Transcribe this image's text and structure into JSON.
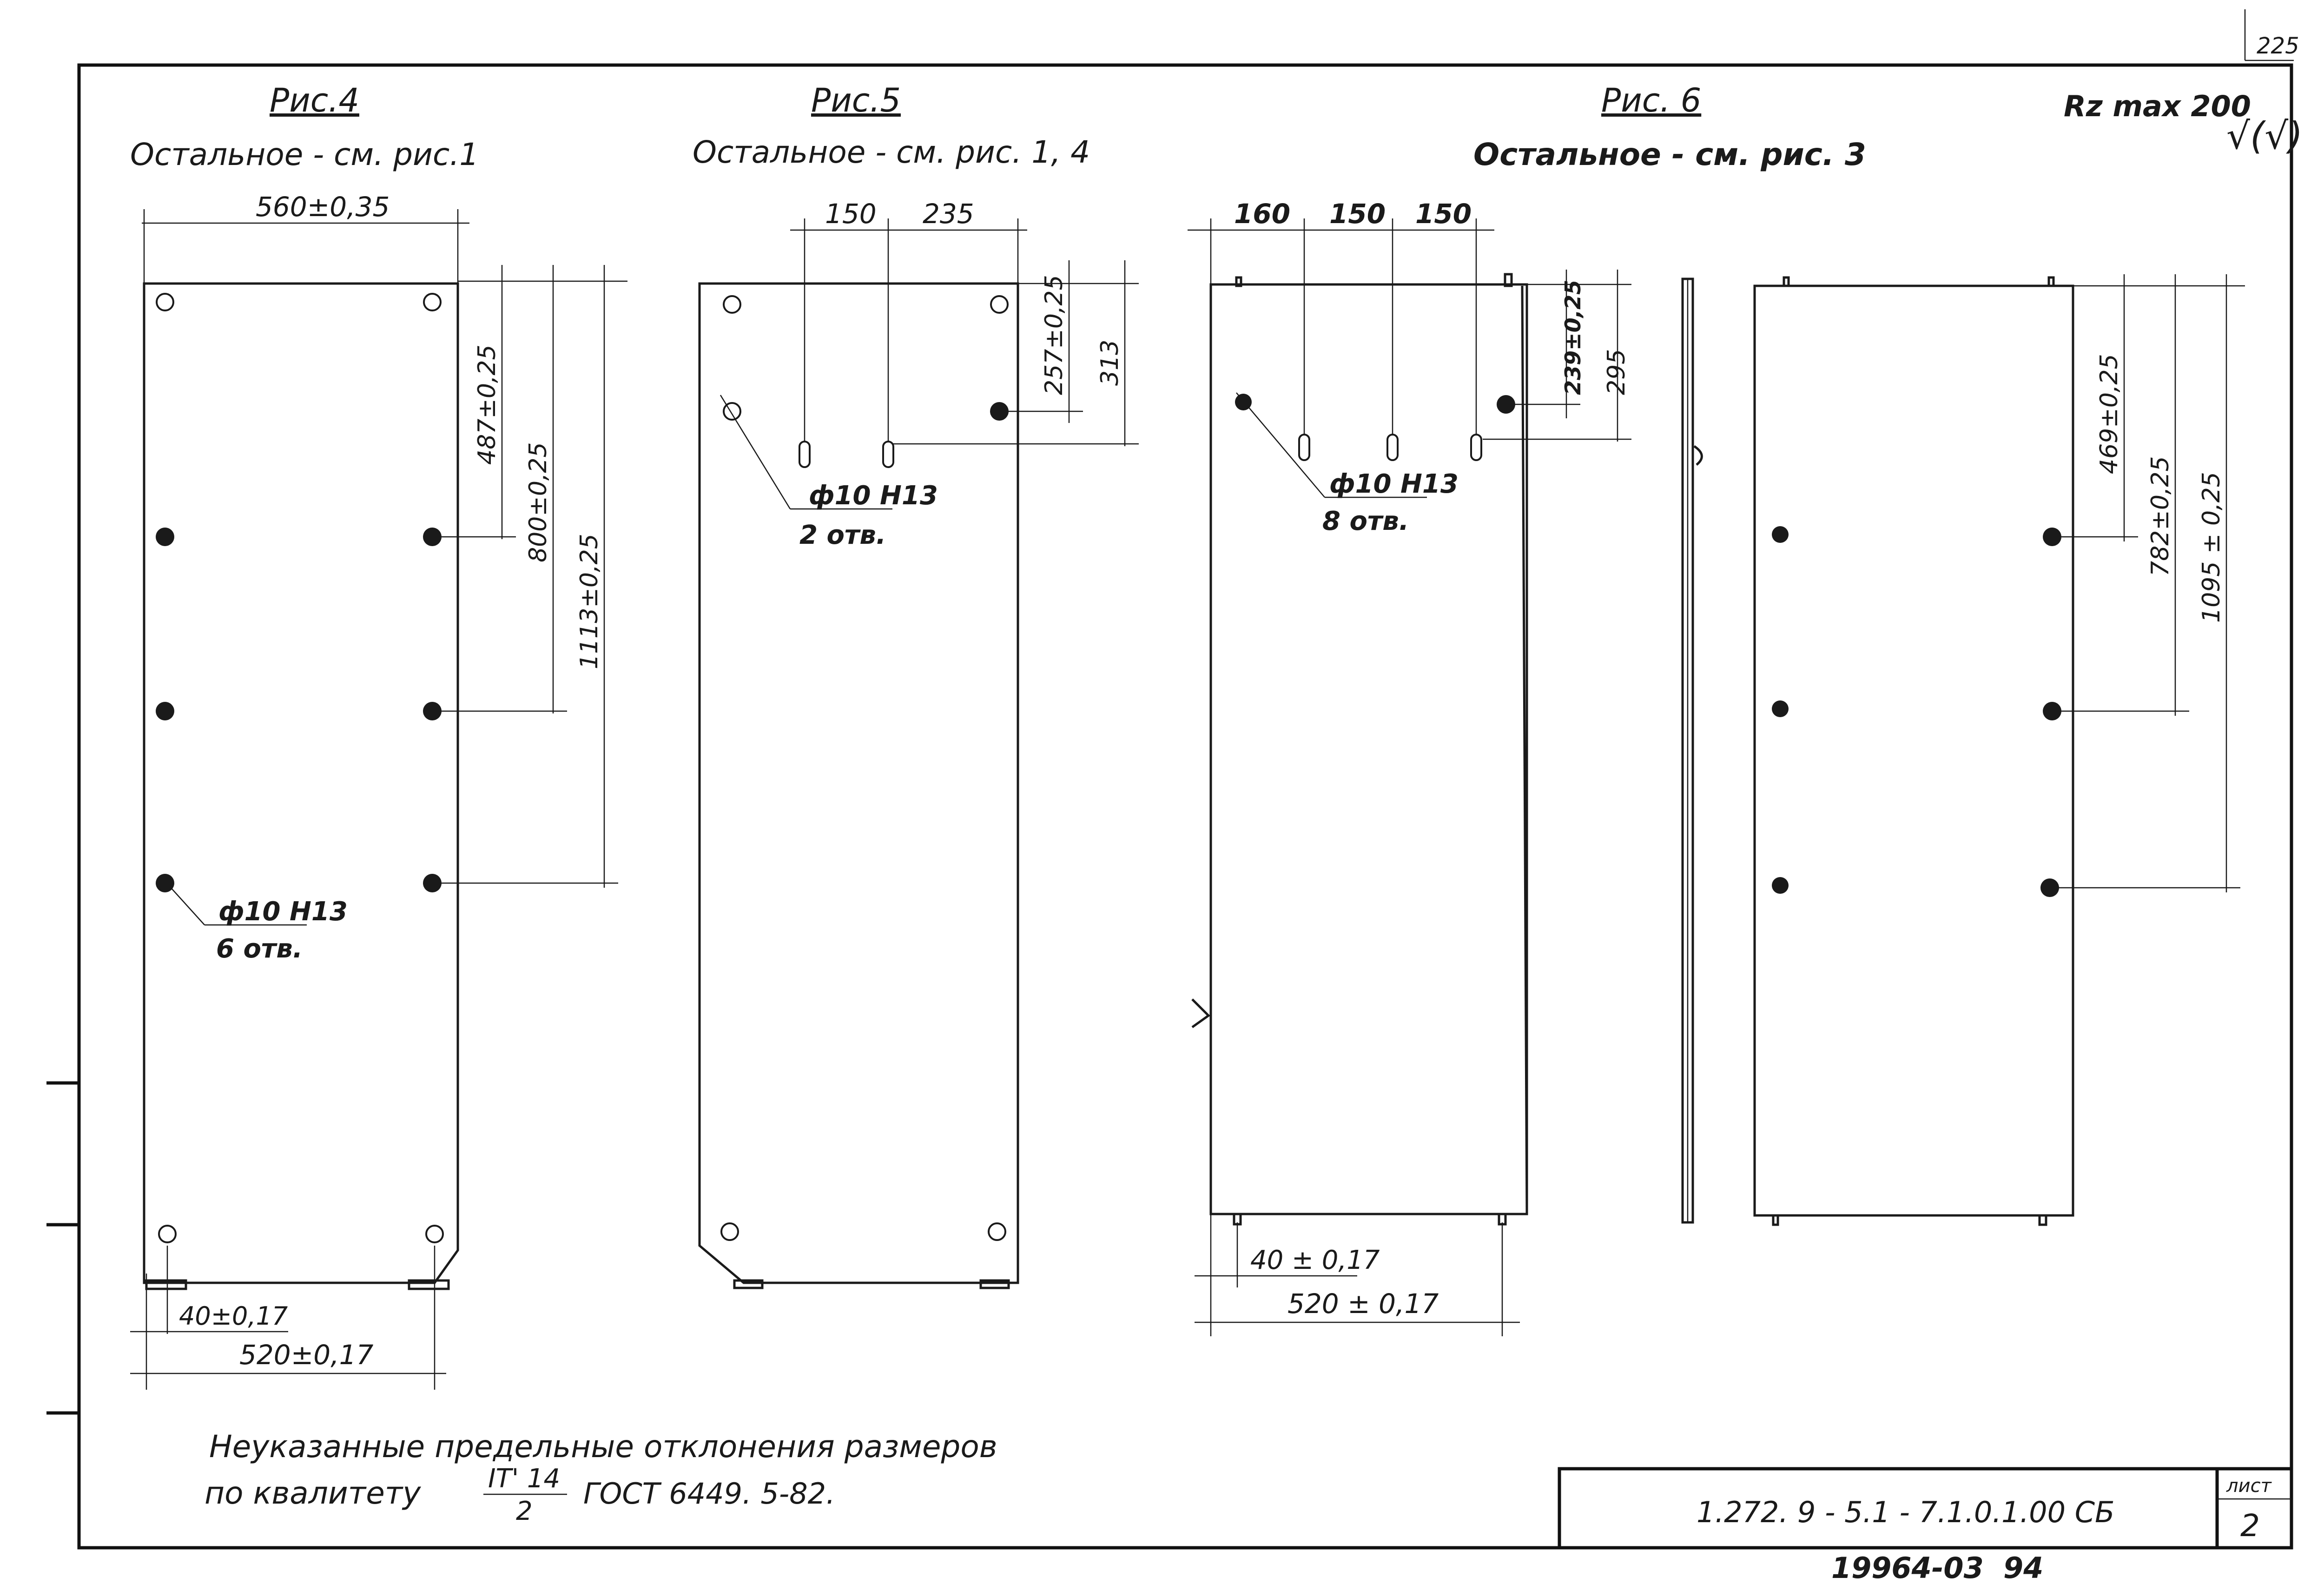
{
  "sheet_corner_number": "225",
  "roughness": "Rz max 200",
  "roughness_symbol": "√(√)",
  "figures": [
    {
      "title": "Рис.4",
      "note": "Остальное - см. рис.1",
      "dims": [
        "560±0,35",
        "487±0,25",
        "800±0,25",
        "1113±0,25",
        "40±0,17",
        "520±0,17"
      ],
      "hole_note": [
        "ф10 H13",
        "6 отв."
      ]
    },
    {
      "title": "Рис.5",
      "note": "Остальное - см. рис. 1, 4",
      "dims": [
        "150",
        "235",
        "257±0,25",
        "313"
      ],
      "hole_note": [
        "ф10 H13",
        "2 отв."
      ]
    },
    {
      "title": "Рис. 6",
      "note": "Остальное - см. рис. 3",
      "dims": [
        "160",
        "150",
        "150",
        "239±0,25",
        "295",
        "40 ± 0,17",
        "520 ± 0,17",
        "469±0,25",
        "782±0,25",
        "1095 ± 0,25"
      ],
      "hole_note": [
        "ф10 H13",
        "8 отв."
      ]
    }
  ],
  "general_note": {
    "line1": "Неуказанные предельные отклонения размеров",
    "line2_prefix": "по квалитету",
    "fraction_num": "IT' 14",
    "fraction_den": "2",
    "standard": "ГОСТ 6449. 5-82."
  },
  "title_block": {
    "designation": "1.272. 9 - 5.1 - 7.1.0.1.00 СБ",
    "sheet_label": "лист",
    "sheet_number": "2"
  },
  "archive_number": "19964-03",
  "archive_page": "94"
}
